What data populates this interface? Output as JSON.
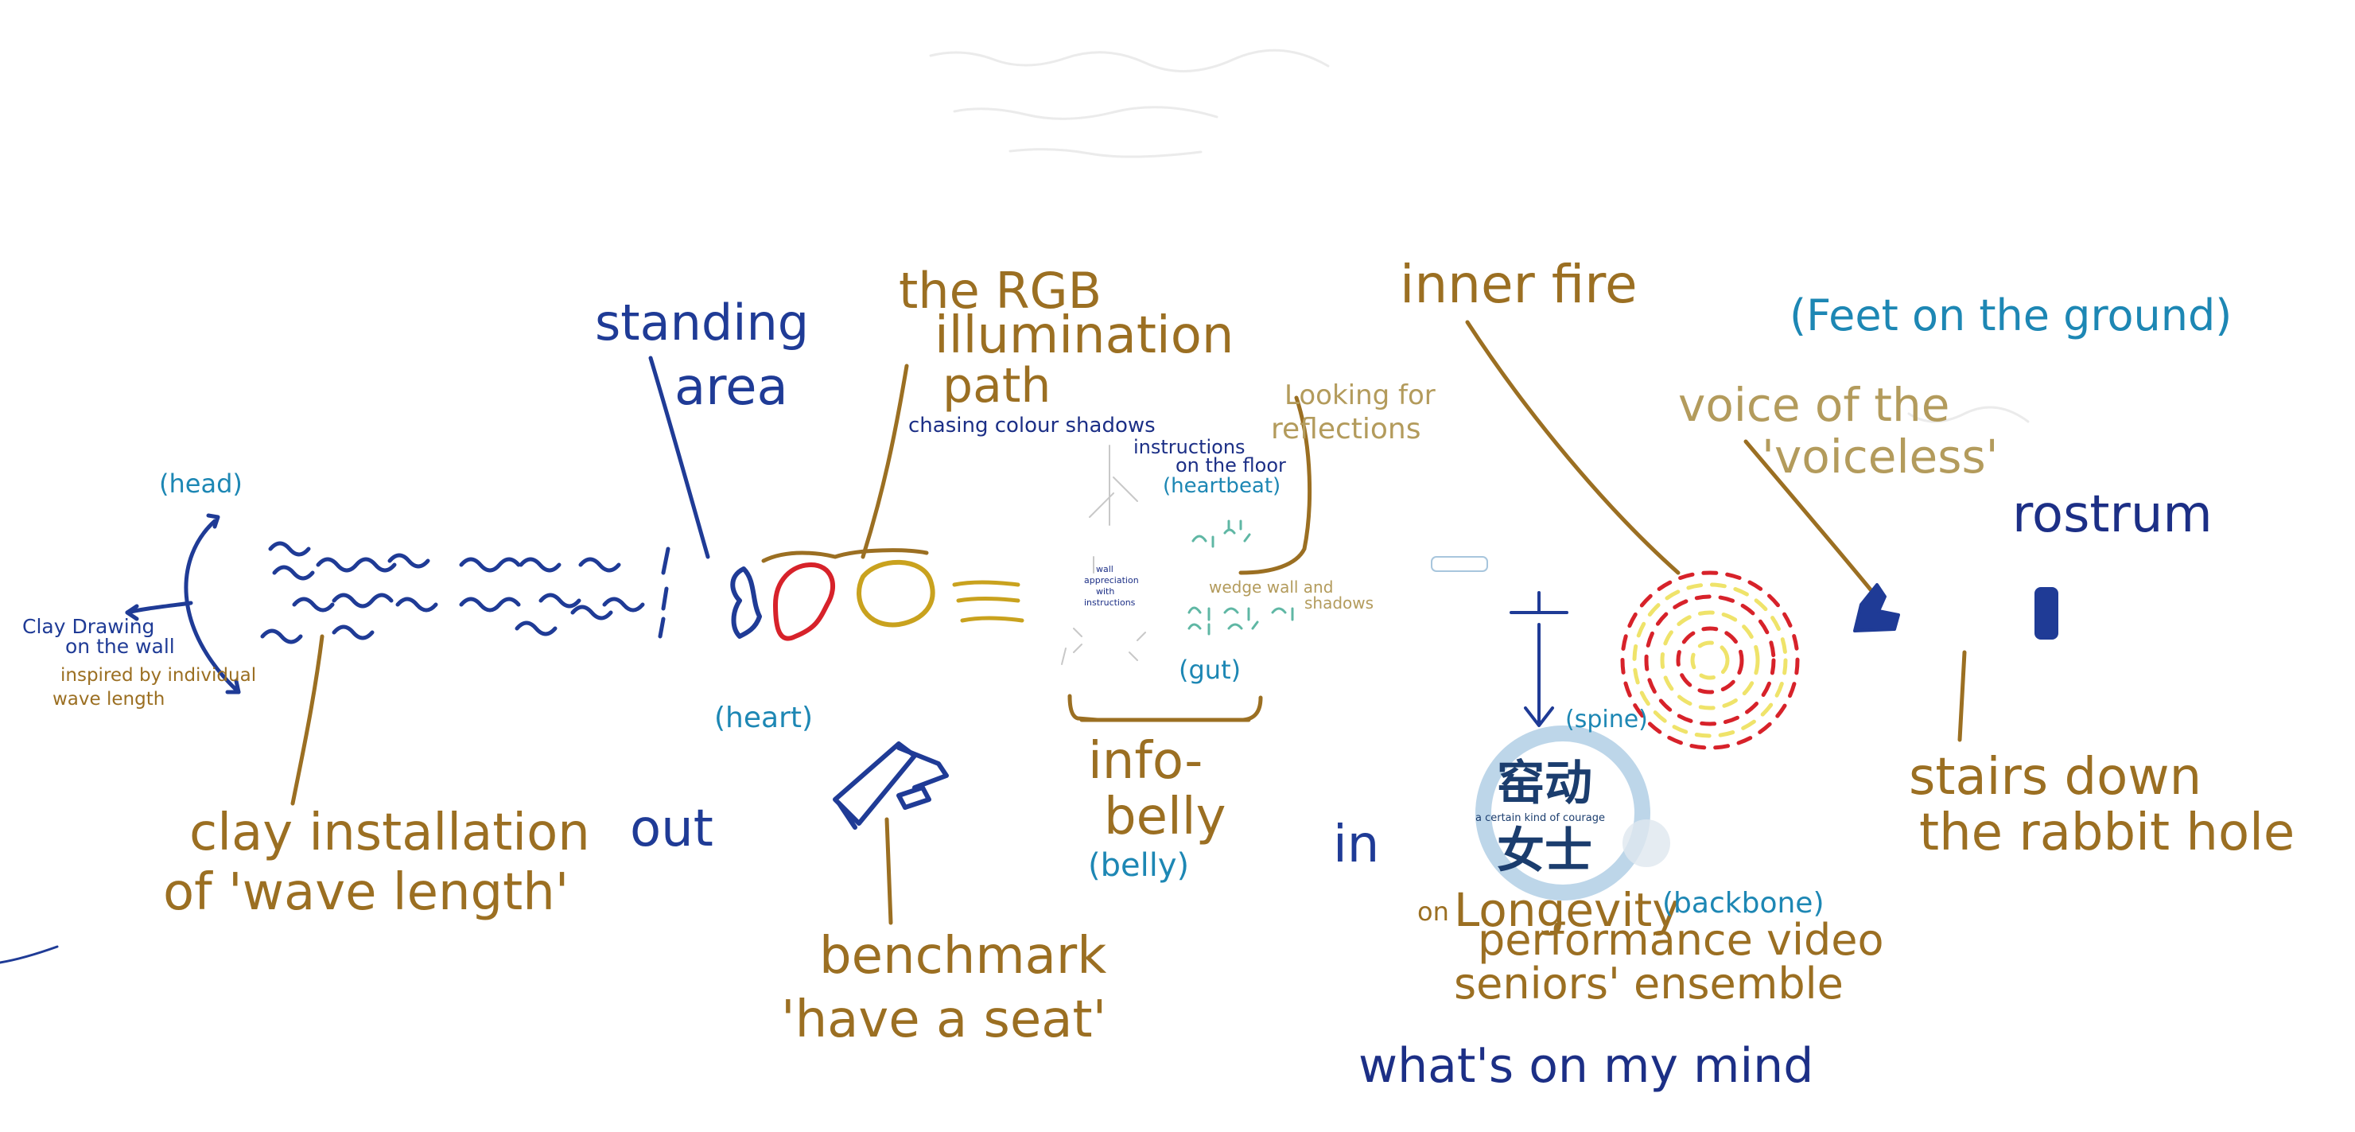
{
  "labels": {
    "standing_area_1": "standing",
    "standing_area_2": "area",
    "rgb_1": "the RGB",
    "rgb_2": "illumination",
    "rgb_3": "path",
    "chasing": "chasing colour shadows",
    "instructions_1": "instructions",
    "instructions_2": "on the floor",
    "heartbeat": "(heartbeat)",
    "looking_1": "Looking for",
    "looking_2": "reflections",
    "wall_appr_1": "wall",
    "wall_appr_2": "appreciation",
    "wall_appr_3": "with",
    "wall_appr_4": "instructions",
    "wedge_1": "wedge wall and",
    "wedge_2": "shadows",
    "gut": "(gut)",
    "head": "(head)",
    "clay_drawing_1": "Clay Drawing",
    "clay_drawing_2": "on the wall",
    "clay_drawing_3": "inspired by individual",
    "clay_drawing_4": "wave length",
    "clay_install_1a": "clay installation",
    "clay_install_1b": "out",
    "clay_install_2": "of 'wave length'",
    "heart": "(heart)",
    "benchmark_1": "benchmark",
    "benchmark_2": "'have a seat'",
    "info_1": "info-",
    "info_2": "belly",
    "belly": "(belly)",
    "inner_fire": "inner fire",
    "feet": "(Feet on the ground)",
    "voice_1": "voice of the",
    "voice_2": "'voiceless'",
    "rostrum": "rostrum",
    "stairs_1": "stairs down",
    "stairs_2": "the rabbit hole",
    "spine": "(spine)",
    "in": "in",
    "on": "on",
    "longevity": "Longevity",
    "backbone": "(backbone)",
    "performance": "performance video",
    "seniors": "seniors' ensemble",
    "mind": "what's on my mind",
    "logo_chinese_1": "窑动",
    "logo_chinese_2": "女士",
    "logo_sub": "a certain kind of courage"
  },
  "colors": {
    "blue": "#1f3b96",
    "teal": "#1d87b4",
    "brown": "#9b6f22",
    "tan": "#b39b5c",
    "red": "#d7222a",
    "yellow": "#c9a21e",
    "light_yellow": "#efe36a",
    "green": "#5fb7a4",
    "logo_circle": "#a7c8e2",
    "logo_text": "#1b3d6e"
  }
}
